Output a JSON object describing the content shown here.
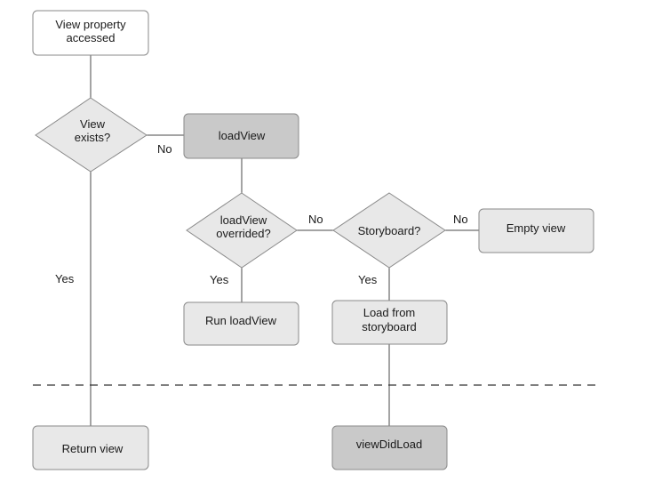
{
  "nodes": {
    "view_property_accessed": {
      "line1": "View property",
      "line2": "accessed"
    },
    "view_exists": {
      "line1": "View",
      "line2": "exists?"
    },
    "load_view": {
      "label": "loadView"
    },
    "load_view_overrided": {
      "line1": "loadView",
      "line2": "overrided?"
    },
    "storyboard": {
      "label": "Storyboard?"
    },
    "empty_view": {
      "label": "Empty view"
    },
    "run_load_view": {
      "label": "Run loadView"
    },
    "load_from_storyboard": {
      "line1": "Load from",
      "line2": "storyboard"
    },
    "return_view": {
      "label": "Return view"
    },
    "view_did_load": {
      "label": "viewDidLoad"
    }
  },
  "edge_labels": {
    "view_exists_no": "No",
    "view_exists_yes": "Yes",
    "overrided_no": "No",
    "overrided_yes": "Yes",
    "storyboard_no": "No",
    "storyboard_yes": "Yes"
  }
}
